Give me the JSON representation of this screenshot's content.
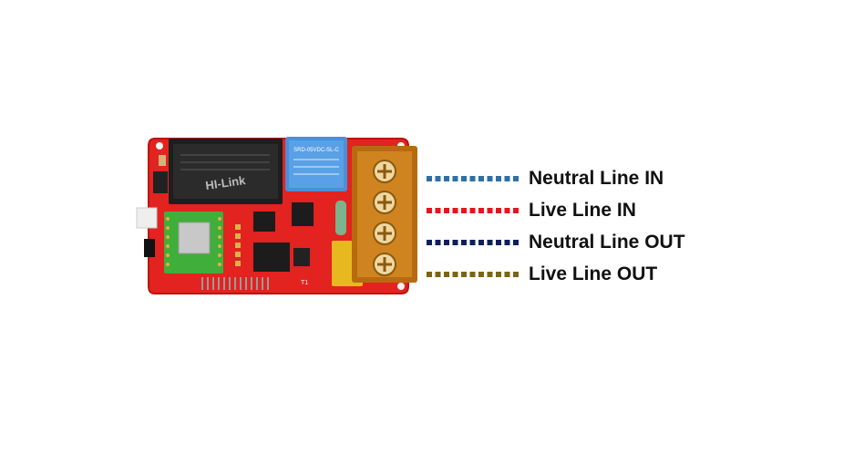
{
  "colors": {
    "pcb": "#e2231f",
    "pcb_edge": "#b91611",
    "terminal": "#b86a10",
    "relay": "#4a90d9",
    "power_module": "#222222",
    "rf_module": "#3fae3a"
  },
  "legend": [
    {
      "label": "Neutral Line IN",
      "color": "#2e6fa8"
    },
    {
      "label": "Live Line IN",
      "color": "#e4161b"
    },
    {
      "label": "Neutral Line OUT",
      "color": "#0f1f5c"
    },
    {
      "label": "Live Line OUT",
      "color": "#7a6512"
    }
  ],
  "board_marks": {
    "power_module_text": "HI-Link",
    "relay_text": "SRD-05VDC-SL-C",
    "fuse_text": "T1"
  }
}
